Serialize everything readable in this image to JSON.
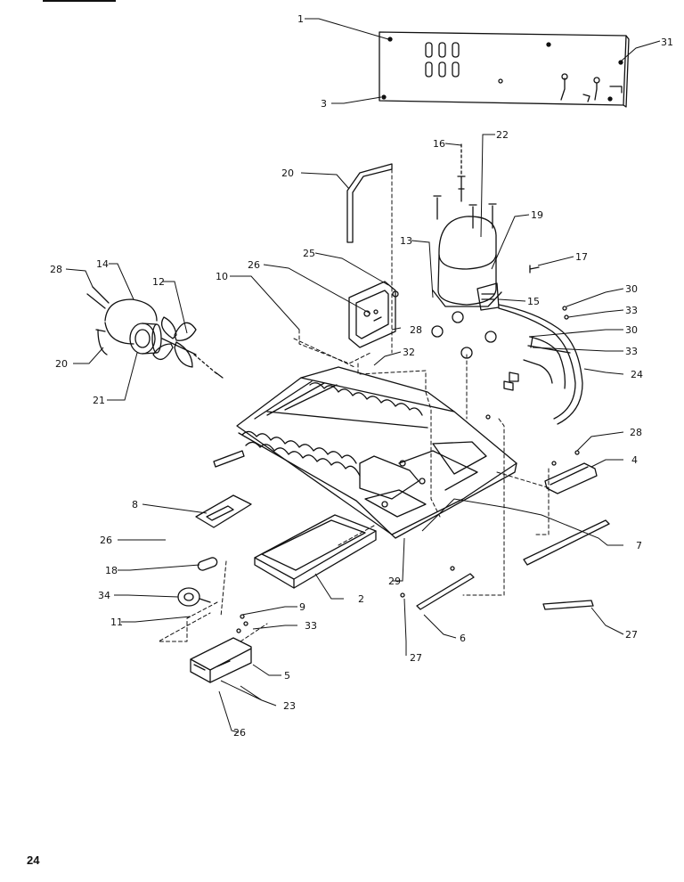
{
  "page": {
    "number": "24"
  },
  "parts": [
    {
      "id": "p1",
      "label": "1"
    },
    {
      "id": "p3",
      "label": "3"
    },
    {
      "id": "p31",
      "label": "31"
    },
    {
      "id": "p16",
      "label": "16"
    },
    {
      "id": "p22",
      "label": "22"
    },
    {
      "id": "p20a",
      "label": "20"
    },
    {
      "id": "p19",
      "label": "19"
    },
    {
      "id": "p13",
      "label": "13"
    },
    {
      "id": "p17",
      "label": "17"
    },
    {
      "id": "p25",
      "label": "25"
    },
    {
      "id": "p26a",
      "label": "26"
    },
    {
      "id": "p10",
      "label": "10"
    },
    {
      "id": "p28a",
      "label": "28"
    },
    {
      "id": "p14",
      "label": "14"
    },
    {
      "id": "p12",
      "label": "12"
    },
    {
      "id": "p15",
      "label": "15"
    },
    {
      "id": "p30a",
      "label": "30"
    },
    {
      "id": "p33a",
      "label": "33"
    },
    {
      "id": "p28b",
      "label": "28"
    },
    {
      "id": "p30b",
      "label": "30"
    },
    {
      "id": "p20b",
      "label": "20"
    },
    {
      "id": "p33b",
      "label": "33"
    },
    {
      "id": "p32",
      "label": "32"
    },
    {
      "id": "p24",
      "label": "24"
    },
    {
      "id": "p21",
      "label": "21"
    },
    {
      "id": "p28c",
      "label": "28"
    },
    {
      "id": "p4",
      "label": "4"
    },
    {
      "id": "p8",
      "label": "8"
    },
    {
      "id": "p26b",
      "label": "26"
    },
    {
      "id": "p7",
      "label": "7"
    },
    {
      "id": "p18",
      "label": "18"
    },
    {
      "id": "p29",
      "label": "29"
    },
    {
      "id": "p2",
      "label": "2"
    },
    {
      "id": "p34",
      "label": "34"
    },
    {
      "id": "p9",
      "label": "9"
    },
    {
      "id": "p27a",
      "label": "27"
    },
    {
      "id": "p11",
      "label": "11"
    },
    {
      "id": "p33c",
      "label": "33"
    },
    {
      "id": "p6",
      "label": "6"
    },
    {
      "id": "p27b",
      "label": "27"
    },
    {
      "id": "p5",
      "label": "5"
    },
    {
      "id": "p23",
      "label": "23"
    },
    {
      "id": "p26c",
      "label": "26"
    }
  ]
}
